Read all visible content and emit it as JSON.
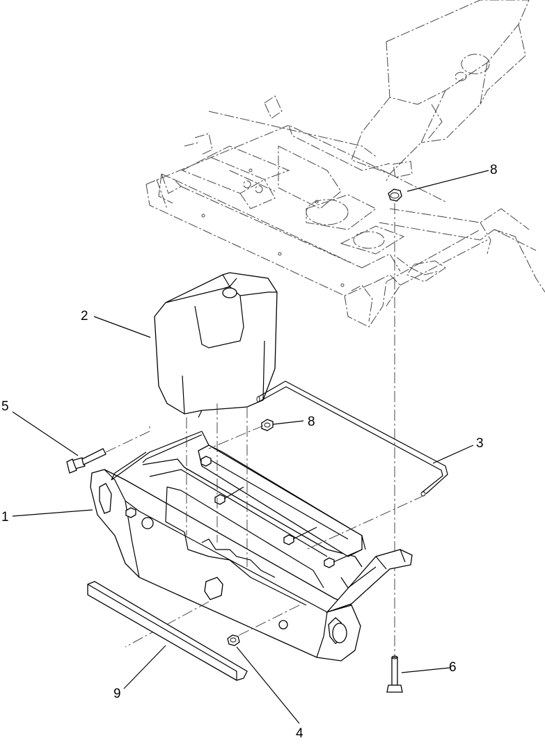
{
  "diagram": {
    "callouts": [
      {
        "id": "c1",
        "label": "1"
      },
      {
        "id": "c2",
        "label": "2"
      },
      {
        "id": "c3",
        "label": "3"
      },
      {
        "id": "c4",
        "label": "4"
      },
      {
        "id": "c5",
        "label": "5"
      },
      {
        "id": "c6",
        "label": "6"
      },
      {
        "id": "c8a",
        "label": "8"
      },
      {
        "id": "c8b",
        "label": "8"
      },
      {
        "id": "c9",
        "label": "9"
      }
    ]
  }
}
